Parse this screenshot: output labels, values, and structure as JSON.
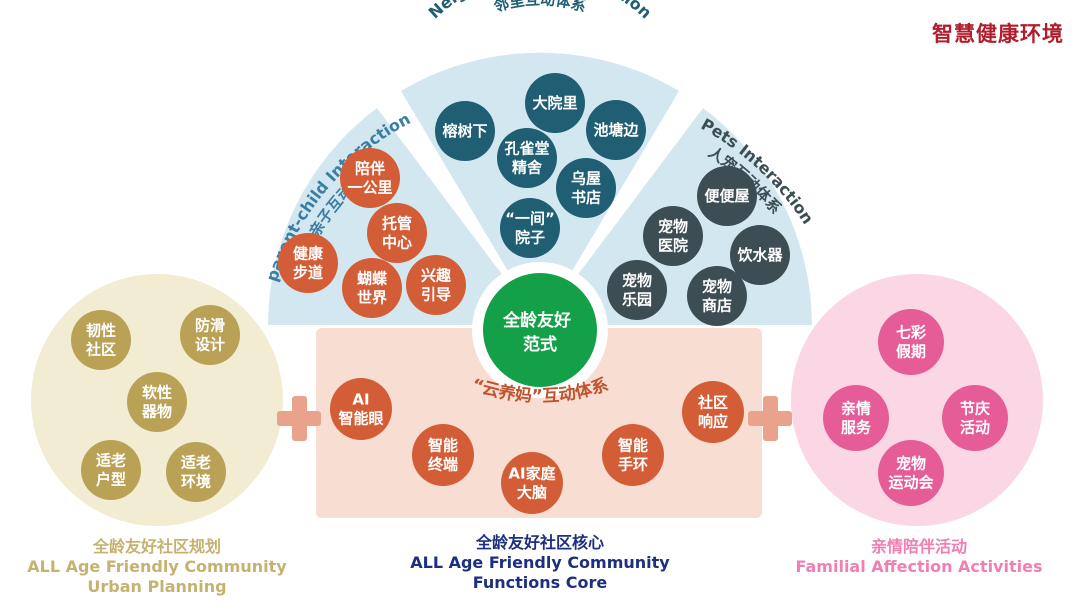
{
  "title": "智慧健康环境",
  "center": {
    "lines": [
      "全龄友好",
      "范式"
    ]
  },
  "neighborhood": {
    "en": "Neighborhood Interaction",
    "zh": "邻里互动体系",
    "items": [
      [
        "榕树下"
      ],
      [
        "大院里"
      ],
      [
        "池塘边"
      ],
      [
        "孔雀堂",
        "精舍"
      ],
      [
        "乌屋",
        "书店"
      ],
      [
        "“一间”",
        "院子"
      ]
    ]
  },
  "parent_child": {
    "en": "parent-child Interaction",
    "zh": "亲子互动体系",
    "items": [
      [
        "陪伴",
        "一公里"
      ],
      [
        "托管",
        "中心"
      ],
      [
        "健康",
        "步道"
      ],
      [
        "蝴蝶",
        "世界"
      ],
      [
        "兴趣",
        "引导"
      ]
    ]
  },
  "pets": {
    "en": "Pets Interaction",
    "zh": "人宠互动体系",
    "items": [
      [
        "便便屋"
      ],
      [
        "宠物",
        "医院"
      ],
      [
        "饮水器"
      ],
      [
        "宠物",
        "乐园"
      ],
      [
        "宠物",
        "商店"
      ]
    ]
  },
  "core": {
    "arc_label": "“云养妈”互动体系",
    "items": [
      [
        "AI",
        "智能眼"
      ],
      [
        "智能",
        "终端"
      ],
      [
        "AI家庭",
        "大脑"
      ],
      [
        "智能",
        "手环"
      ],
      [
        "社区",
        "响应"
      ]
    ]
  },
  "planning": {
    "items": [
      [
        "韧性",
        "社区"
      ],
      [
        "防滑",
        "设计"
      ],
      [
        "软性",
        "器物"
      ],
      [
        "适老",
        "户型"
      ],
      [
        "适老",
        "环境"
      ]
    ]
  },
  "family": {
    "items": [
      [
        "七彩",
        "假期"
      ],
      [
        "亲情",
        "服务"
      ],
      [
        "节庆",
        "活动"
      ],
      [
        "宠物",
        "运动会"
      ]
    ]
  },
  "footers": {
    "left": [
      "全龄友好社区规划",
      "ALL Age Friendly Community",
      "Urban Planning"
    ],
    "center": [
      "全龄友好社区核心",
      "ALL Age Friendly Community",
      "Functions Core"
    ],
    "right": [
      "亲情陪伴活动",
      "Familial Affection  Activities"
    ]
  },
  "colors": {
    "title": "#b01e2e",
    "neighborhood": "#1f5e73",
    "parent_child": "#d35d36",
    "pets": "#3c4e54",
    "center": "#14a048",
    "planning": "#b9a256",
    "family": "#e55c97",
    "footer_left": "#c6b270",
    "footer_center": "#1c2f80",
    "footer_right": "#f07fb3"
  }
}
